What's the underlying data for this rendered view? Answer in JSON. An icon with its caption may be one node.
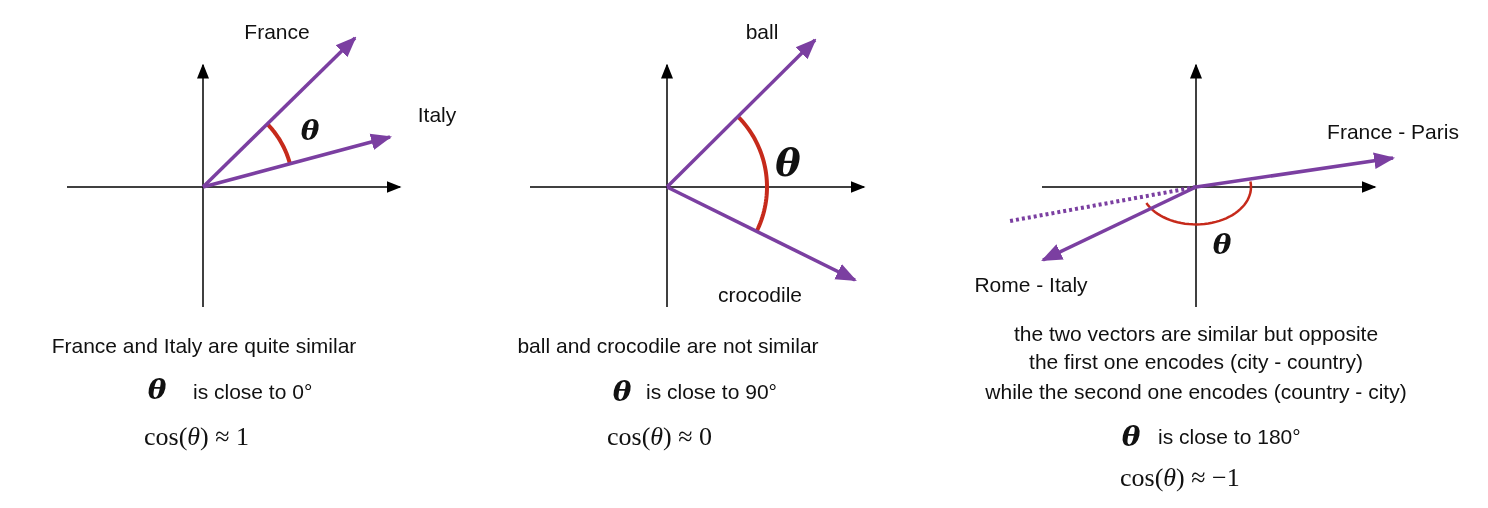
{
  "diagram": {
    "labels": [
      "France",
      "Italy",
      "θ",
      "France and Italy are quite similar",
      "θ",
      "is close to 0°",
      "cos(*θ*) ≈ 1",
      "ball",
      "θ",
      "crocodile",
      "ball and crocodile are not similar",
      "θ",
      "is close to 90°",
      "cos(*θ*) ≈ 0",
      "France - Paris",
      "θ",
      "Rome - Italy",
      "the two vectors are similar but opposite",
      "the first one encodes (city - country)",
      "while the second one encodes (country - city)",
      "θ",
      "is close to 180°",
      "cos(*θ*) ≈ −1"
    ]
  }
}
